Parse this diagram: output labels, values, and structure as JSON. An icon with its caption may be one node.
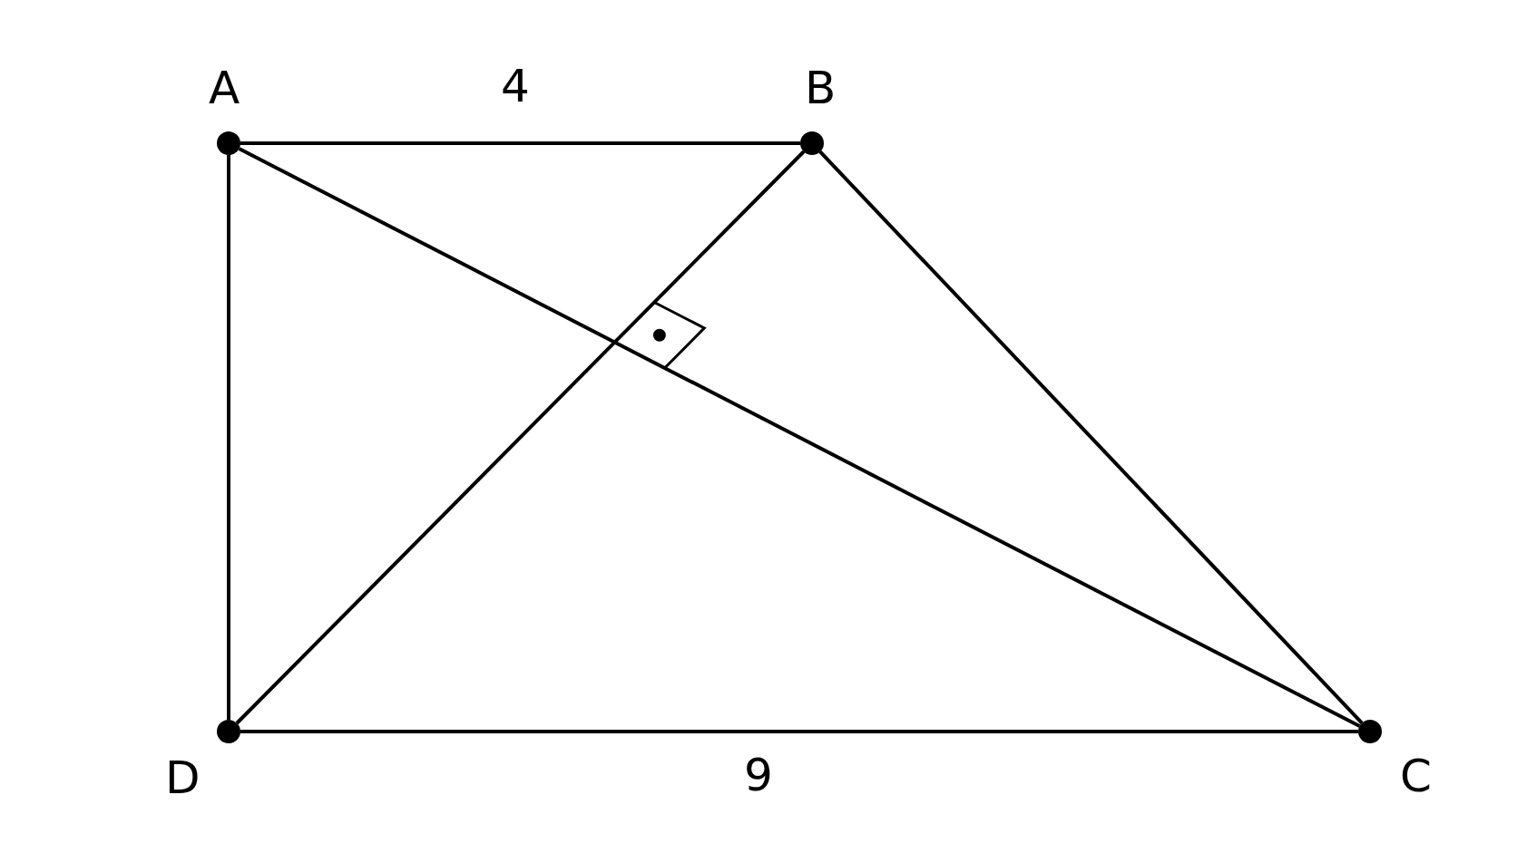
{
  "diagram": {
    "nodes": [
      {
        "text": [
          "A"
        ]
      },
      {
        "text": [
          "B"
        ]
      },
      {
        "text": [
          "C"
        ]
      },
      {
        "text": [
          "D"
        ]
      }
    ],
    "edges": [
      {
        "from": 0,
        "to": 1,
        "arrow": "none"
      },
      {
        "from": 1,
        "to": 2,
        "arrow": "none"
      },
      {
        "from": 3,
        "to": 2,
        "arrow": "none"
      },
      {
        "from": 0,
        "to": 3,
        "arrow": "none"
      },
      {
        "from": 0,
        "to": 2,
        "arrow": "none"
      },
      {
        "from": 1,
        "to": 3,
        "arrow": "none"
      }
    ],
    "labels": [
      "4",
      "9"
    ]
  }
}
